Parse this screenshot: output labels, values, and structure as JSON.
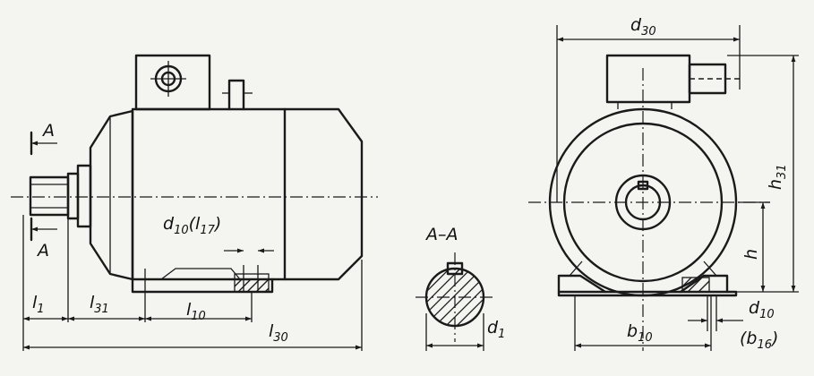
{
  "labels": {
    "section_arrow_top": "A",
    "section_arrow_bottom": "A",
    "section_title": "A–A",
    "l1": {
      "main": "l",
      "sub": "1"
    },
    "l31": {
      "main": "l",
      "sub": "31"
    },
    "l10": {
      "main": "l",
      "sub": "10"
    },
    "l30": {
      "main": "l",
      "sub": "30"
    },
    "d10_side": {
      "main": "d",
      "sub": "10"
    },
    "l17": {
      "main": "l",
      "sub": "17"
    },
    "d1": {
      "main": "d",
      "sub": "1"
    },
    "d30": {
      "main": "d",
      "sub": "30"
    },
    "h31": {
      "main": "h",
      "sub": "31"
    },
    "h": {
      "main": "h"
    },
    "b10": {
      "main": "b",
      "sub": "10"
    },
    "d10_front": {
      "main": "d",
      "sub": "10"
    },
    "b16": {
      "main": "b",
      "sub": "16"
    }
  }
}
